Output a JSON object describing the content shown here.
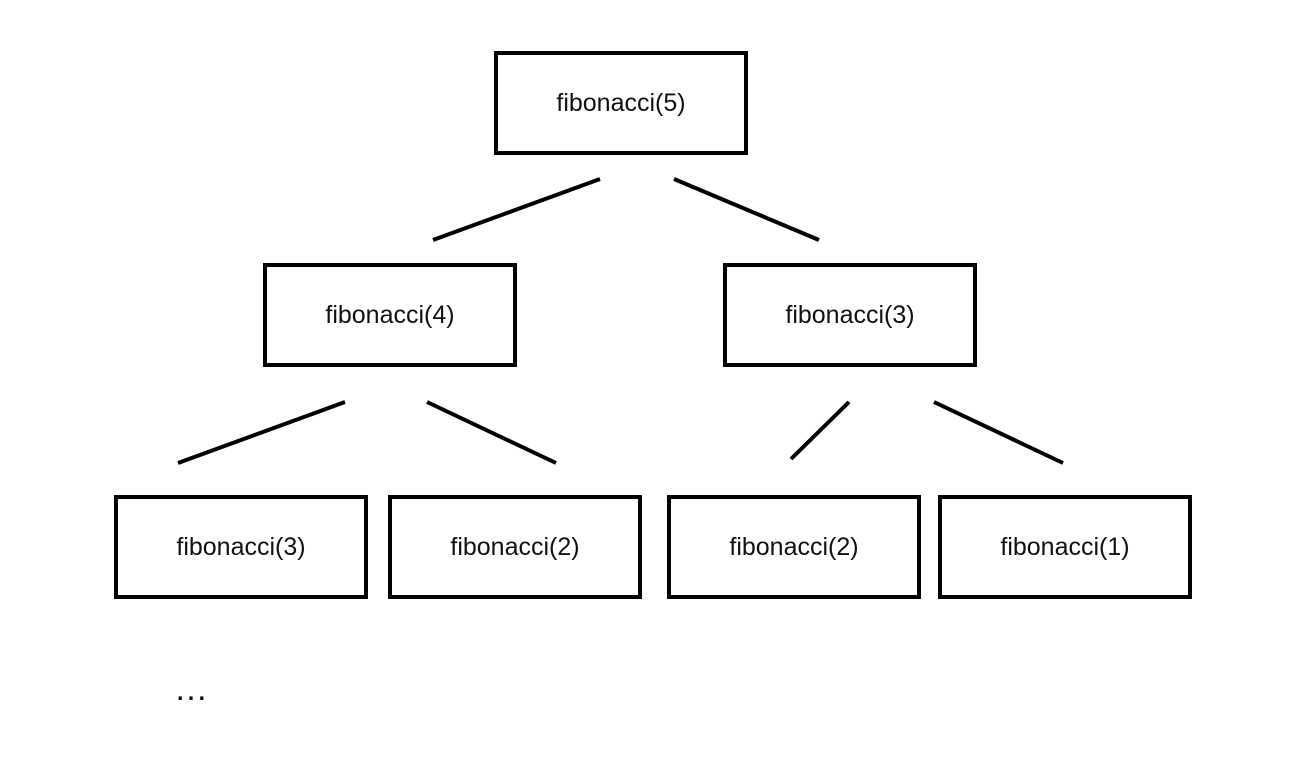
{
  "diagram": {
    "nodes": {
      "root": "fibonacci(5)",
      "level1_left": "fibonacci(4)",
      "level1_right": "fibonacci(3)",
      "level2_a": "fibonacci(3)",
      "level2_b": "fibonacci(2)",
      "level2_c": "fibonacci(2)",
      "level2_d": "fibonacci(1)"
    },
    "edges": [
      {
        "from": "root",
        "to": "level1_left"
      },
      {
        "from": "root",
        "to": "level1_right"
      },
      {
        "from": "level1_left",
        "to": "level2_a"
      },
      {
        "from": "level1_left",
        "to": "level2_b"
      },
      {
        "from": "level1_right",
        "to": "level2_c"
      },
      {
        "from": "level1_right",
        "to": "level2_d"
      }
    ],
    "continuation": "…"
  }
}
